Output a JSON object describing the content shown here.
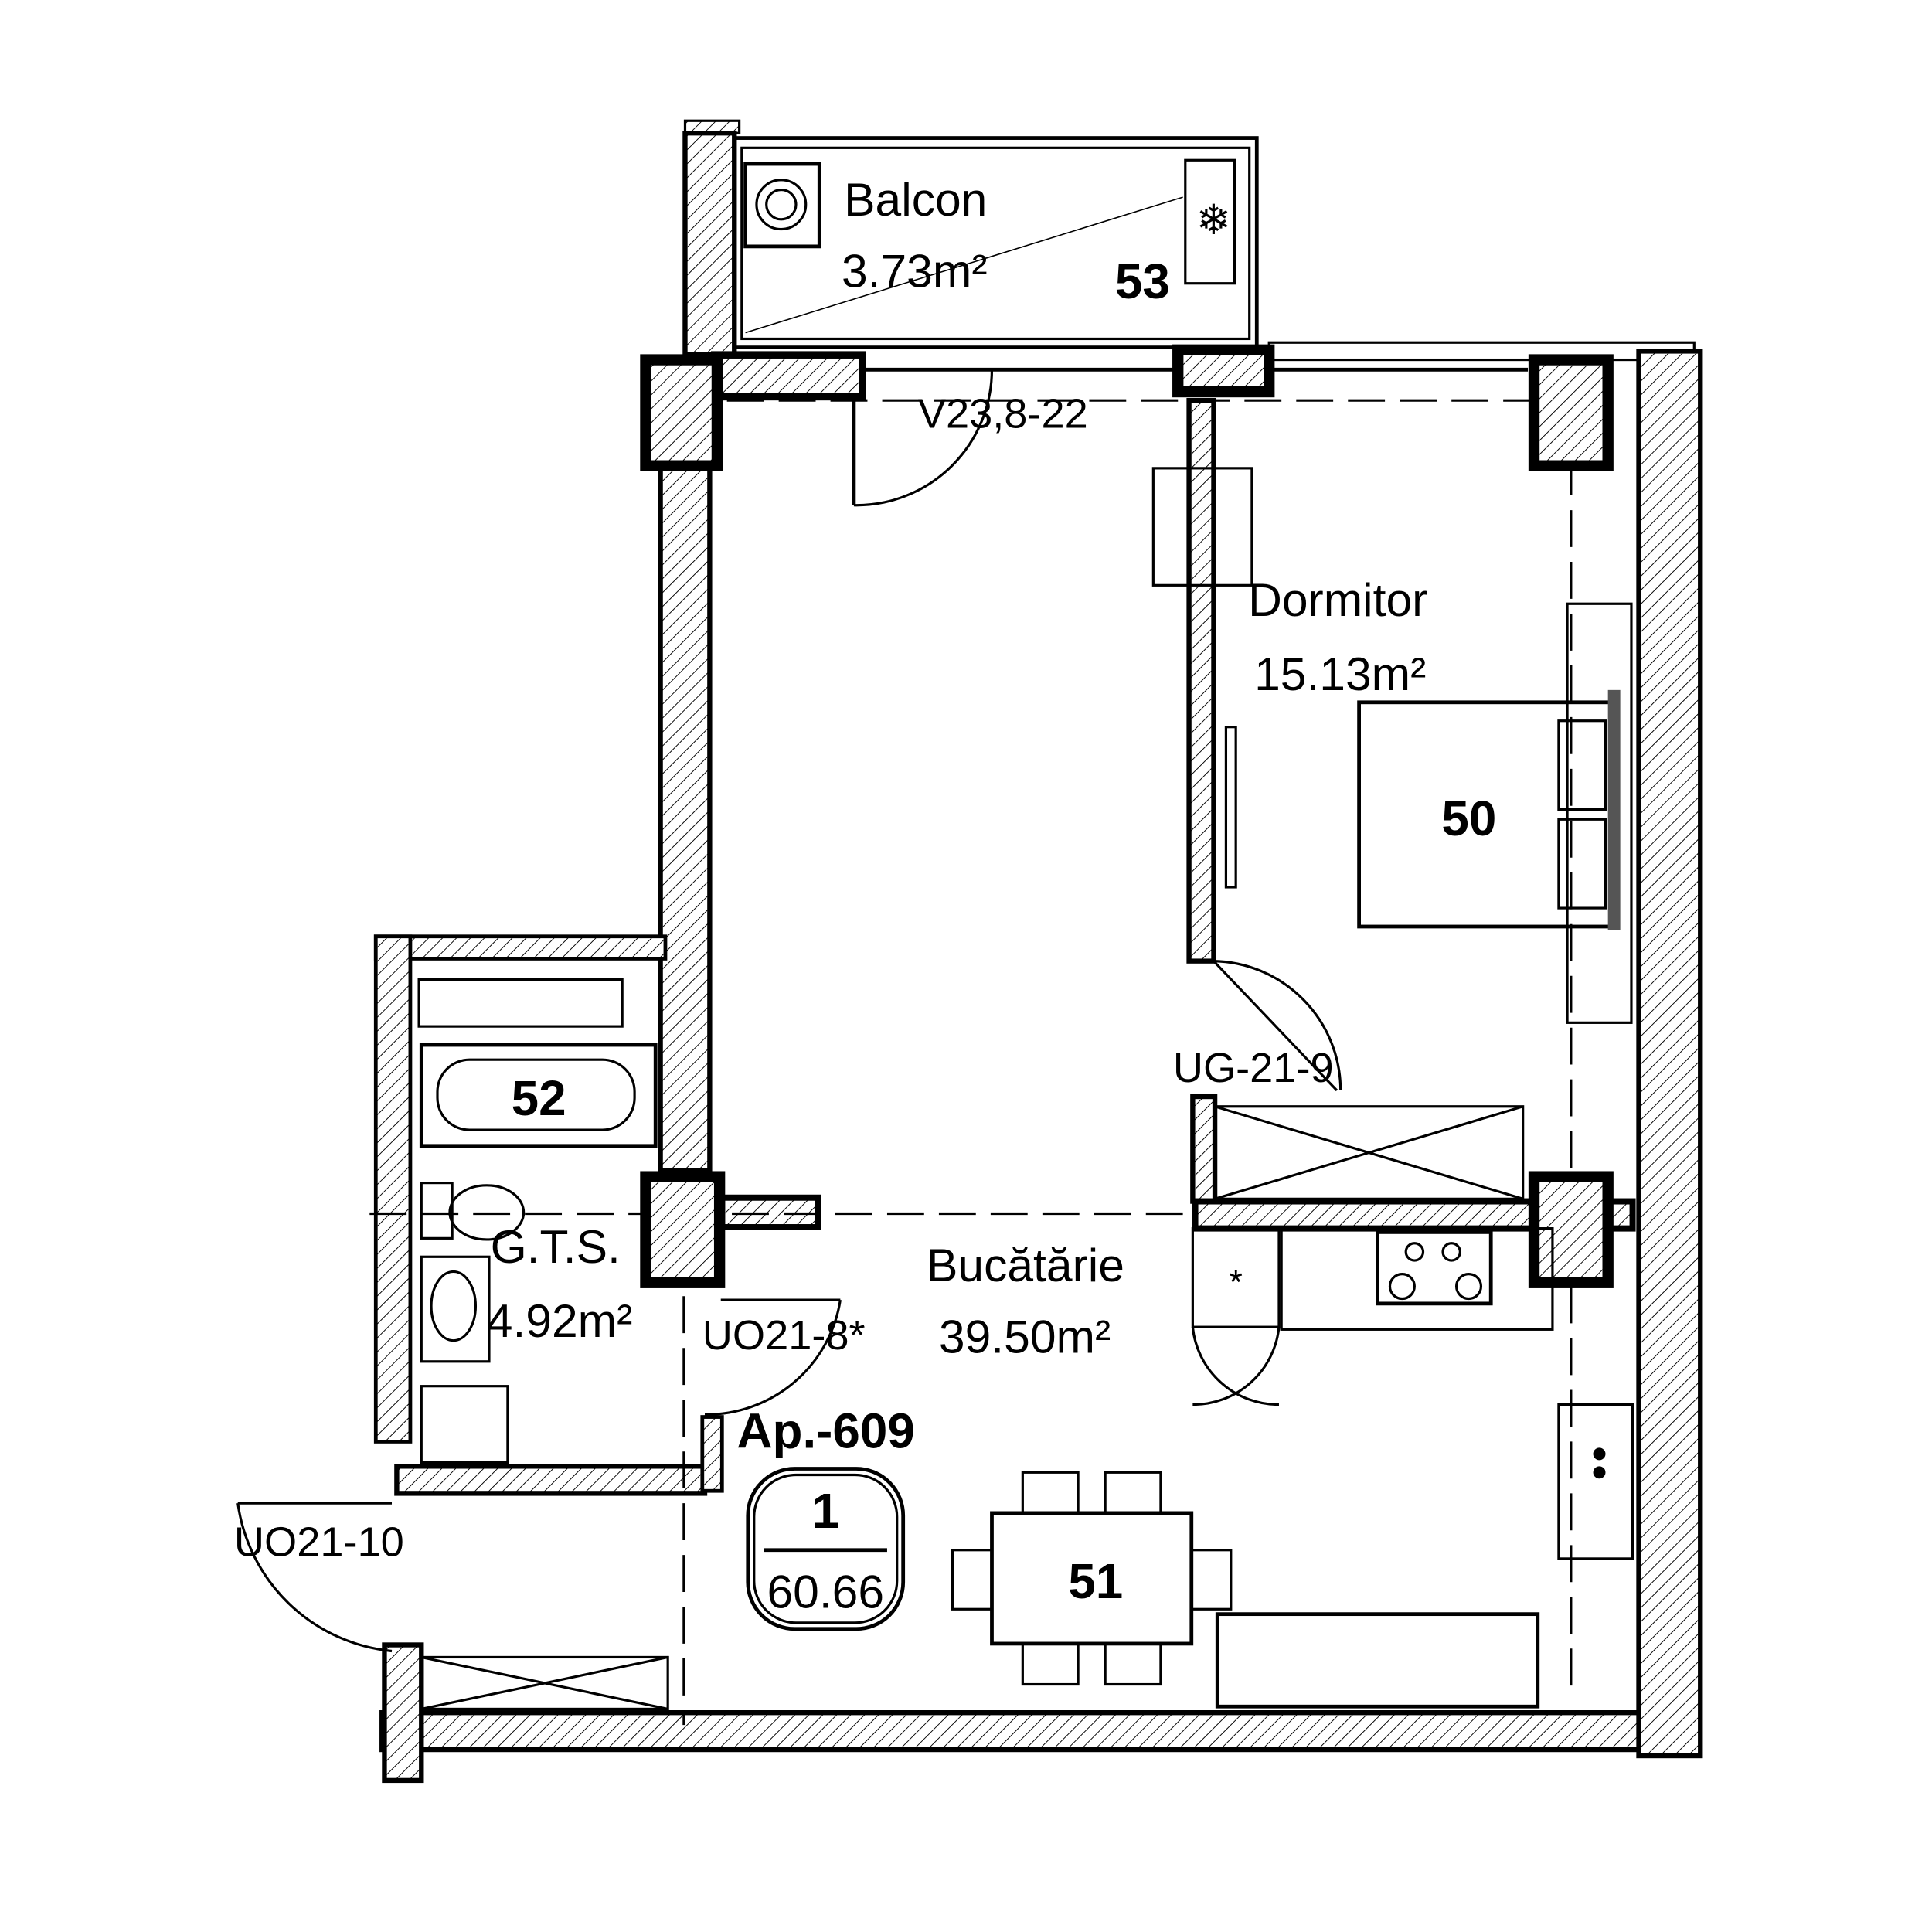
{
  "plan": {
    "apartment_label": "Ap.-609",
    "apartment_rooms": "1",
    "apartment_area": "60.66",
    "rooms": [
      {
        "name": "Balcon",
        "area": "3.73m²",
        "number": "53"
      },
      {
        "name": "Dormitor",
        "area": "15.13m²",
        "number": "50"
      },
      {
        "name": "Bucătărie",
        "area": "39.50m²",
        "number": "51"
      },
      {
        "name": "G.T.S.",
        "area": "4.92m²",
        "number": "52"
      }
    ],
    "doors": [
      "V23,8-22",
      "UG-21-9",
      "UO21-8*",
      "UO21-10"
    ]
  }
}
